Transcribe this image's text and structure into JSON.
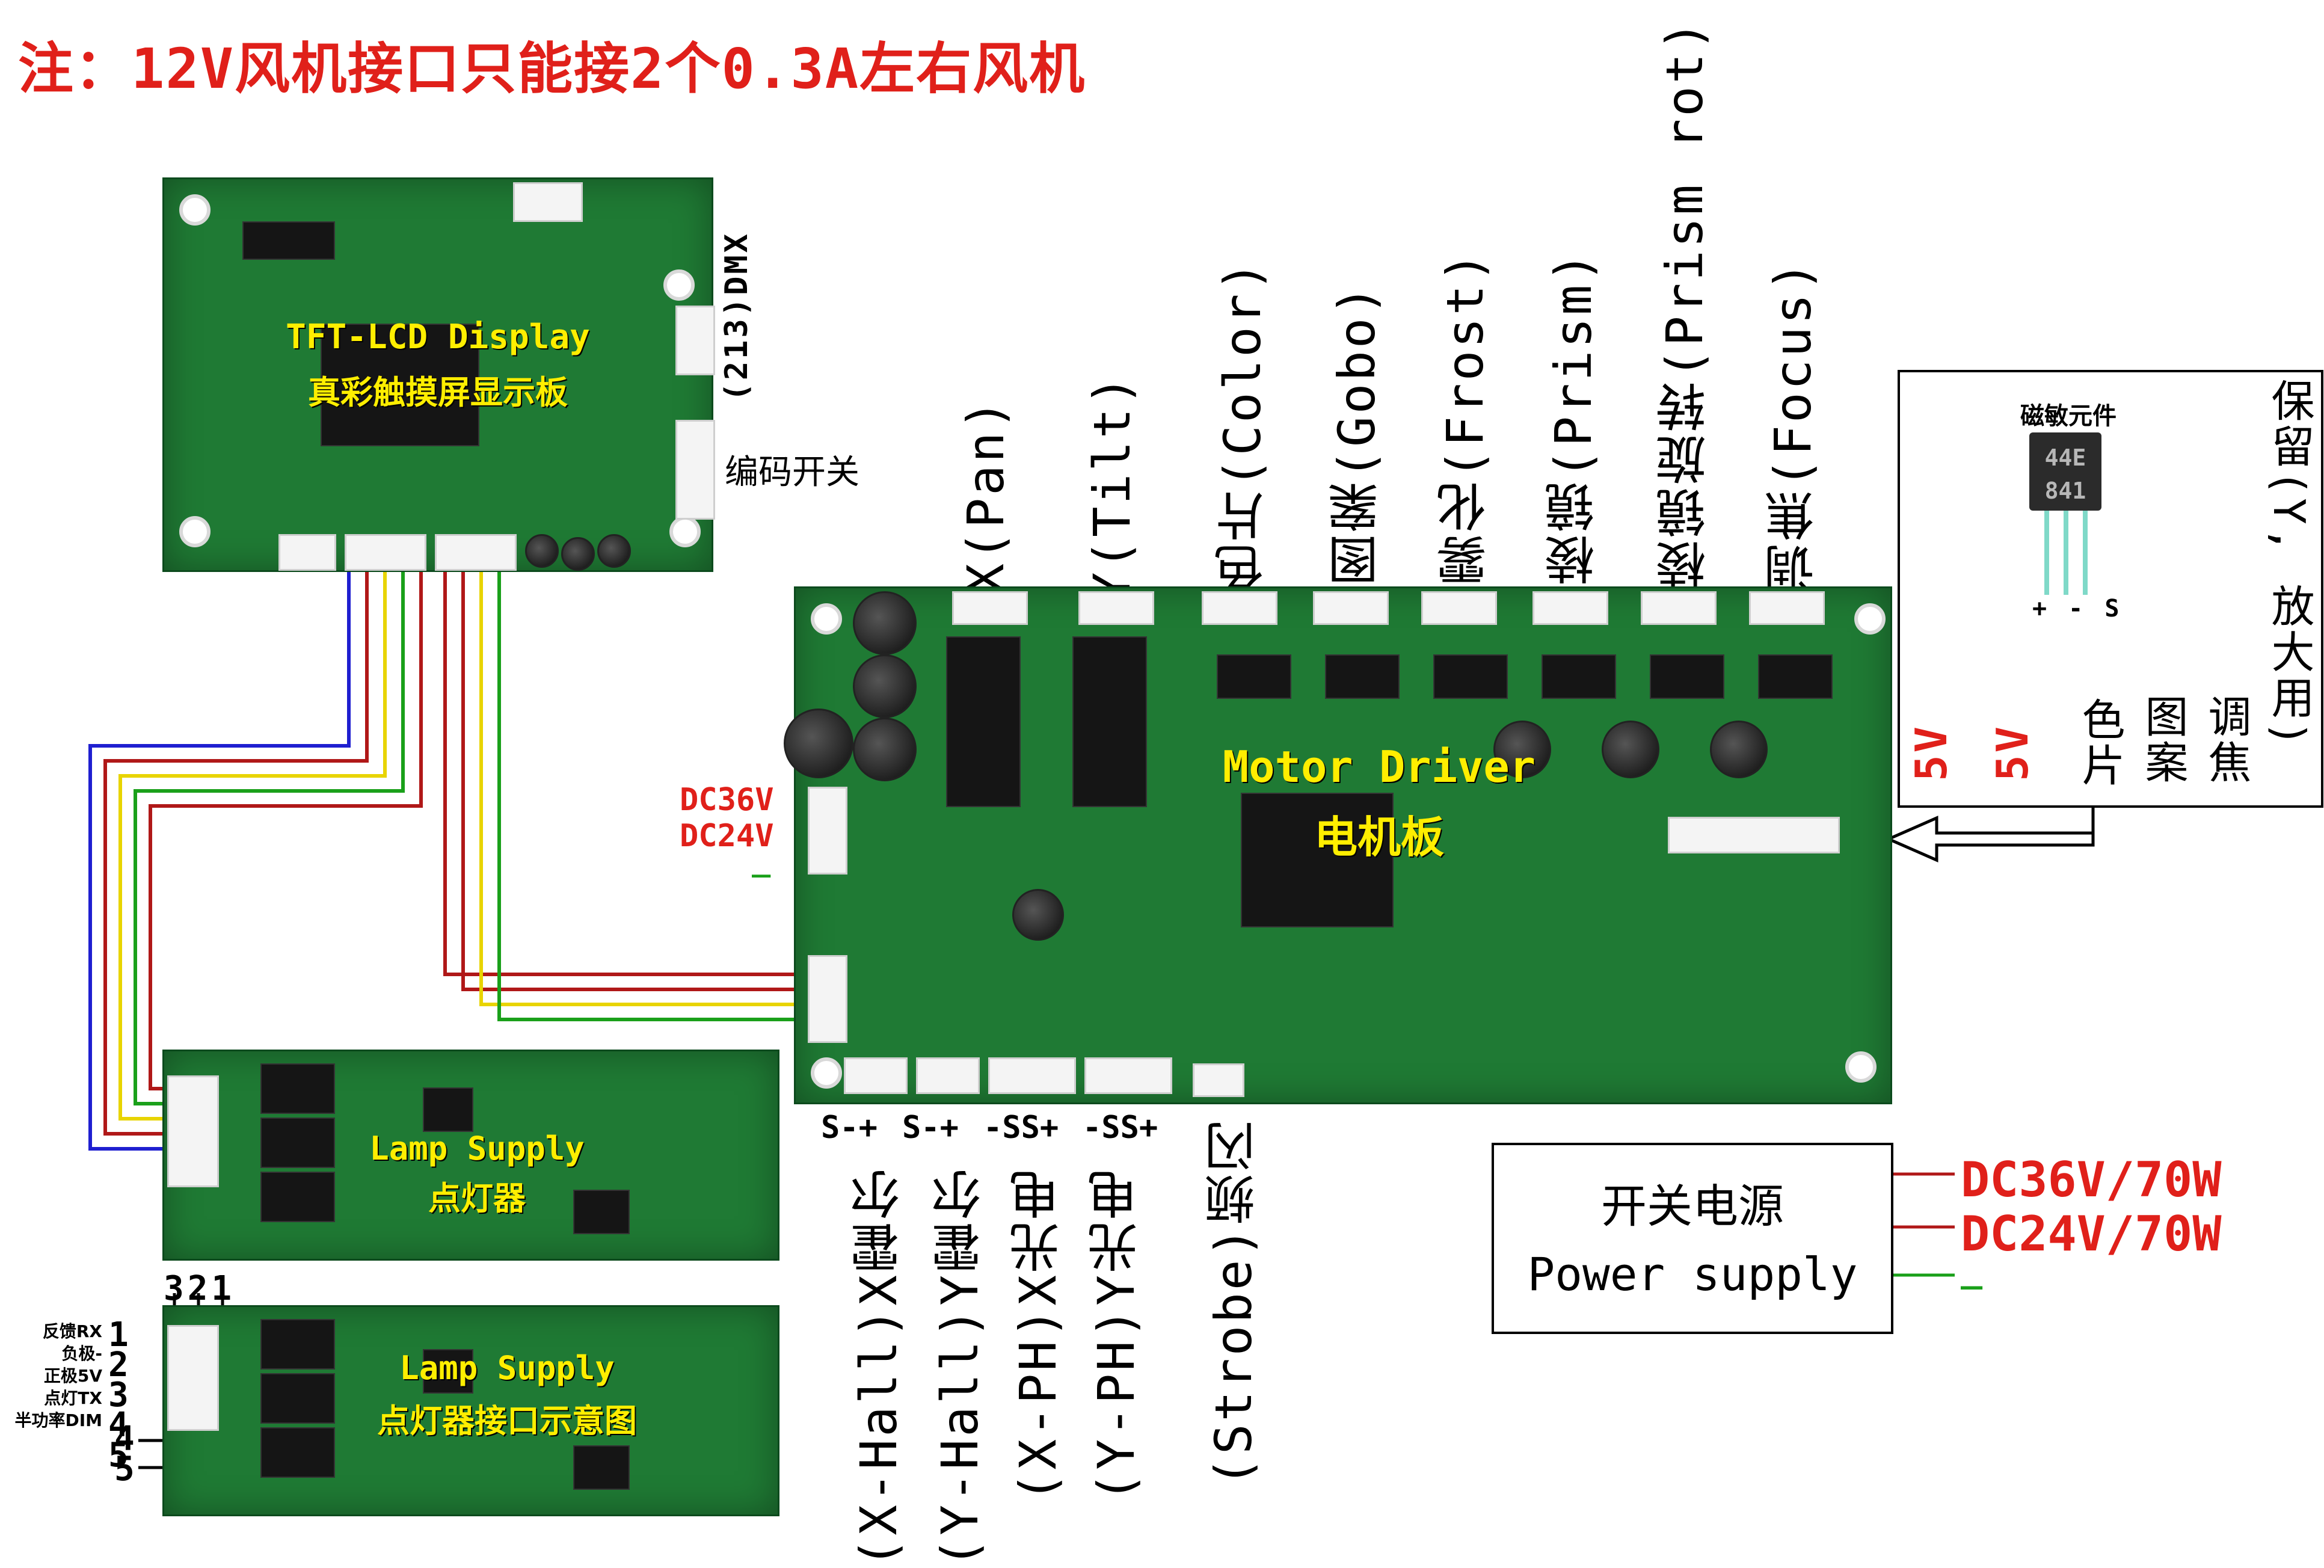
{
  "note": "注：12V风机接口只能接2个0.3A左右风机",
  "display_board": {
    "title_en": "TFT-LCD Display",
    "title_cn": "真彩触摸屏显示板"
  },
  "display_side": {
    "dmx": "(213)DMX",
    "encoder": "编码开关"
  },
  "motor_board": {
    "title_en": "Motor Driver",
    "title_cn": "电机板"
  },
  "power_input": {
    "dc36": "DC36V",
    "dc24": "DC24V",
    "minus": "_"
  },
  "top_labels": [
    "X(Pan)",
    "Y(Tilt)",
    "色片(Color)",
    "图案(Gobo)",
    "雾化(Frost)",
    "棱镜(Prism)",
    "棱镜旋转(Prism rot)",
    "调焦(Focus)"
  ],
  "sensor_box": {
    "title": "磁敏元件",
    "chip_top": "44E",
    "chip_bottom": "841",
    "pins": "+ - S",
    "v1": "5V",
    "v2": "5V",
    "cols": [
      "色片",
      "图案",
      "调焦",
      "保留(Y, 放大用)"
    ]
  },
  "bottom_pins": [
    "S-+",
    "S-+",
    "-SS+",
    "-SS+"
  ],
  "bottom_labels": [
    "(X-Hall)X霍尔",
    "(Y-Hall)Y霍尔",
    "(X-PH)X光电",
    "(Y-PH)Y光电",
    "(Strobe)频闪"
  ],
  "lamp1": {
    "en": "Lamp Supply",
    "cn": "点灯器"
  },
  "lamp2": {
    "en": "Lamp Supply",
    "cn": "点灯器接口示意图"
  },
  "lamp_pinnums": {
    "top": "321",
    "side": "12345",
    "p4": "4",
    "p5": "5"
  },
  "lamp_pin_labels": [
    "反馈RX",
    "负极-",
    "正极5V",
    "点灯TX",
    "半功率DIM"
  ],
  "psu": {
    "cn": "开关电源",
    "en": "Power supply",
    "out1": "DC36V/70W",
    "out2": "DC24V/70W",
    "out3": "_"
  },
  "colors": {
    "pcb": "#1f7a34",
    "label": "#ffee00",
    "red": "#e0201a",
    "wire_blue": "#1f1fd0",
    "wire_yellow": "#e8d400",
    "wire_green": "#1aa01a",
    "wire_red": "#b01818"
  }
}
